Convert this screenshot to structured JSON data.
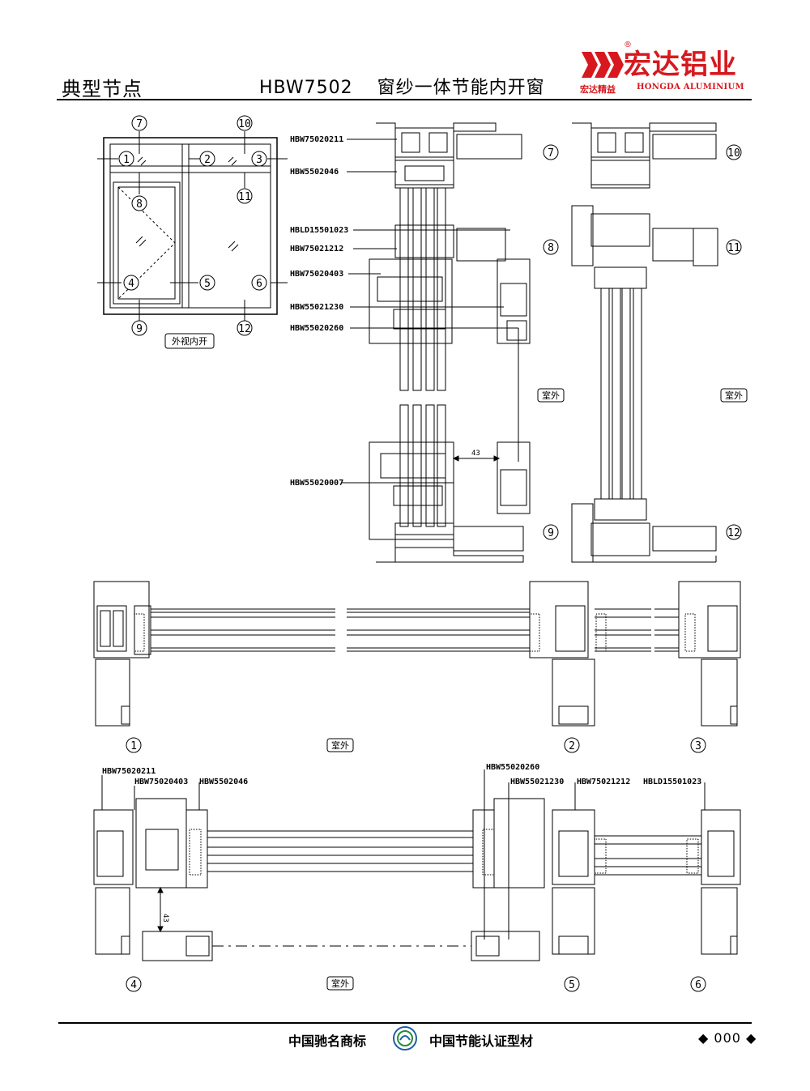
{
  "header": {
    "section_title": "典型节点",
    "model": "HBW7502",
    "product_name": "窗纱一体节能内开窗"
  },
  "logo": {
    "brand_cn": "宏达铝业",
    "tagline": "宏达精益",
    "brand_en": "HONGDA ALUMINIUM",
    "registered_mark": "®",
    "brand_color": "#d7191f"
  },
  "elevation": {
    "view_label": "外视内开",
    "node_numbers": [
      "1",
      "2",
      "3",
      "4",
      "5",
      "6",
      "7",
      "8",
      "9",
      "10",
      "11",
      "12"
    ]
  },
  "vertical_sections": {
    "part_labels": [
      "HBW75020211",
      "HBW5502046",
      "HBLD15501023",
      "HBW75021212",
      "HBW75020403",
      "HBW55021230",
      "HBW55020260",
      "HBW55020007"
    ],
    "dimension": "43",
    "outside_label": "室外",
    "node_pairs": [
      [
        "7",
        "10"
      ],
      [
        "8",
        "11"
      ],
      [
        "9",
        "12"
      ]
    ]
  },
  "horizontal_section_top": {
    "node_labels": [
      "1",
      "2",
      "3"
    ],
    "outside_label": "室外"
  },
  "horizontal_section_bottom": {
    "part_labels_left": [
      "HBW75020211",
      "HBW75020403",
      "HBW5502046"
    ],
    "part_labels_right": [
      "HBW55020260",
      "HBW55021230",
      "HBW75021212",
      "HBLD15501023"
    ],
    "dimension": "43",
    "node_labels": [
      "4",
      "5",
      "6"
    ],
    "outside_label": "室外"
  },
  "footer": {
    "trademark": "中国驰名商标",
    "certification": "中国节能认证型材",
    "page_number": "000"
  }
}
